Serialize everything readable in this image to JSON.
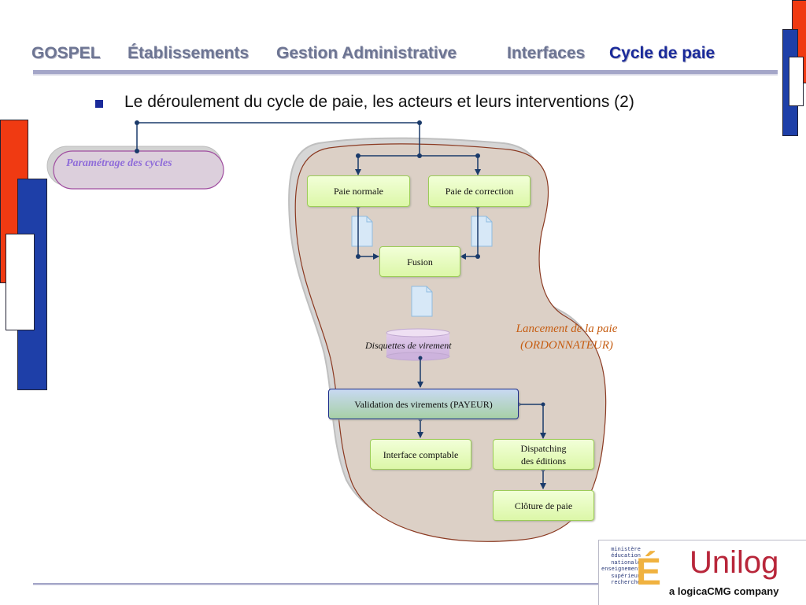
{
  "header": {
    "nav_items": [
      "GOSPEL",
      "Établissements",
      "Gestion Administrative",
      "Interfaces",
      "Cycle de paie"
    ],
    "active_item": "Cycle de paie"
  },
  "bullet": {
    "text": "Le déroulement du cycle de paie, les acteurs et leurs interventions (2)"
  },
  "diagram": {
    "parametrage": "Paramétrage des cycles",
    "boxes": {
      "paie_normale": "Paie normale",
      "paie_correction": "Paie de correction",
      "fusion": "Fusion",
      "validation": "Validation des virements (PAYEUR)",
      "interface_comptable": "Interface comptable",
      "dispatching_line1": "Dispatching",
      "dispatching_line2": "des éditions",
      "cloture": "Clôture de paie"
    },
    "disquettes": "Disquettes de virement",
    "lancement_line1": "Lancement de la paie",
    "lancement_line2": "(ORDONNATEUR)"
  },
  "footer": {
    "ministry_lines": [
      "ministère",
      "éducation",
      "nationale",
      "enseignement",
      "supérieur",
      "recherche"
    ],
    "e_logo": "É",
    "unilog": "Unilog",
    "company": "a logicaCMG company"
  },
  "colors": {
    "accent": "#1a2a9a",
    "nav_grey": "#6d7593",
    "red": "#f03a12",
    "blue": "#1e3fa8",
    "box_green": "#dcf7a8",
    "connector": "#1a3a6a",
    "lancement": "#c65d12",
    "parametrage": "#8f6cd9"
  }
}
